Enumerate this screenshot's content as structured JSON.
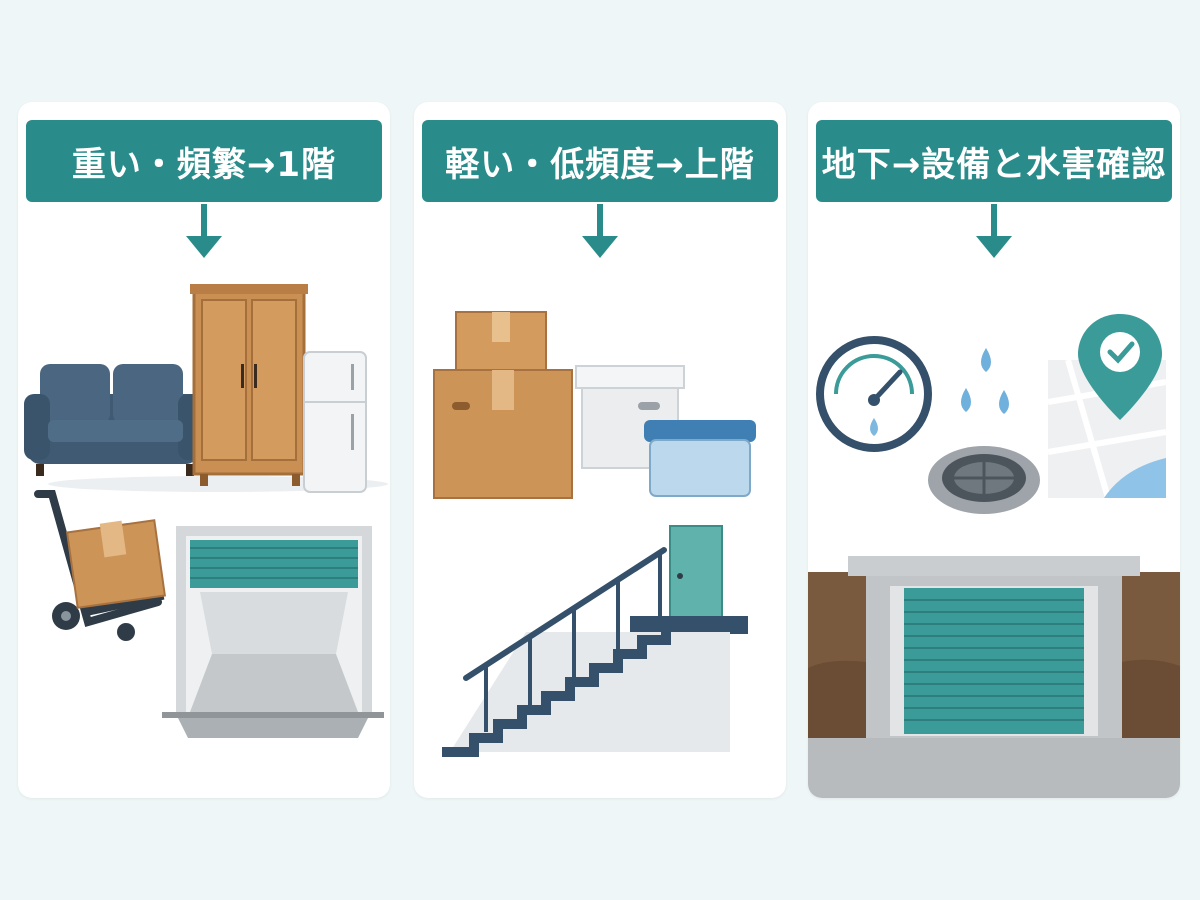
{
  "panels": [
    {
      "title": "重い・頻繁→1階",
      "illustration": [
        "sofa",
        "wardrobe",
        "refrigerator",
        "hand-truck-with-box",
        "ground-floor-unit-open-shutter"
      ]
    },
    {
      "title": "軽い・低頻度→上階",
      "illustration": [
        "cardboard-boxes",
        "white-storage-box",
        "plastic-container",
        "staircase",
        "upper-floor-door"
      ]
    },
    {
      "title": "地下→設備と水害確認",
      "illustration": [
        "pressure-gauge",
        "water-drops",
        "drain-cover",
        "hazard-map-pin",
        "basement-unit-shutter"
      ]
    }
  ],
  "colors": {
    "background": "#eef6f7",
    "banner": "#2a8c8a",
    "accent_teal": "#3a9b98",
    "navy": "#34506a"
  }
}
